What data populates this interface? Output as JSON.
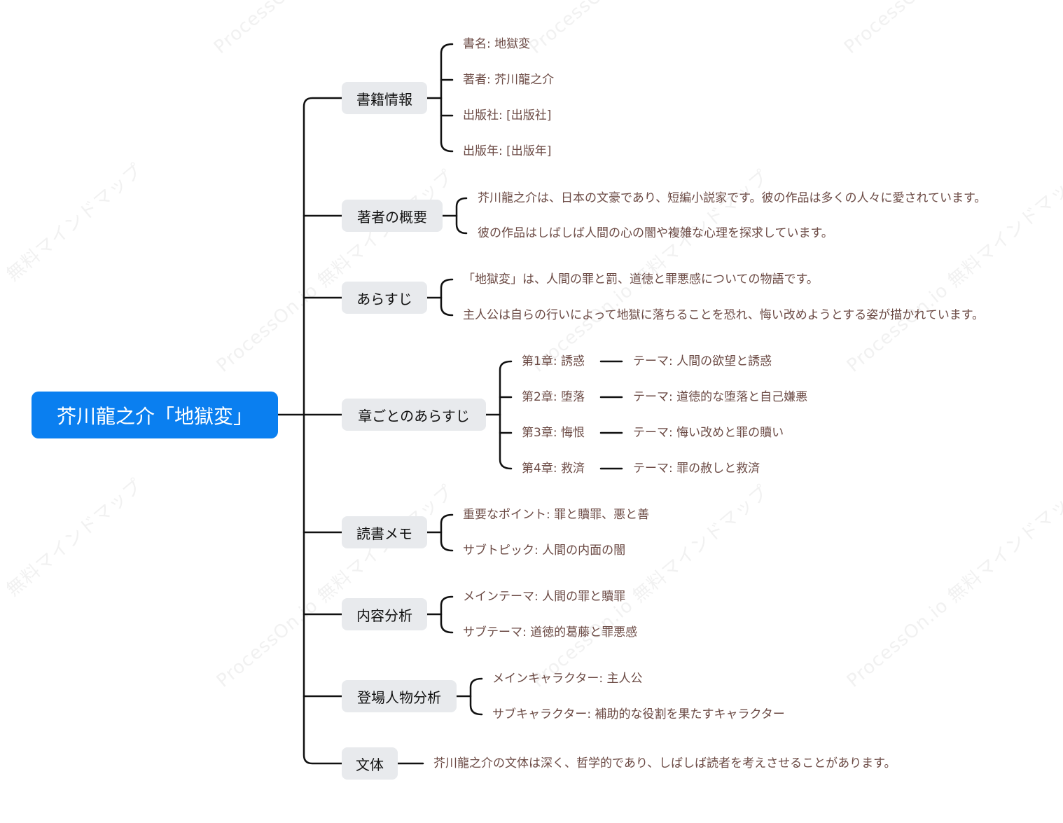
{
  "watermark": {
    "a": "ProcessOn.io 無料マインドマップ",
    "b": "ProcessOn.io",
    "c": "無料マインドマップ"
  },
  "root": {
    "label": "芥川龍之介「地獄変」"
  },
  "branches": [
    {
      "label": "書籍情報",
      "items": [
        "書名: 地獄変",
        "著者: 芥川龍之介",
        "出版社: [出版社]",
        "出版年: [出版年]"
      ]
    },
    {
      "label": "著者の概要",
      "items": [
        "芥川龍之介は、日本の文豪であり、短編小説家です。彼の作品は多くの人々に愛されています。",
        "彼の作品はしばしば人間の心の闇や複雑な心理を探求しています。"
      ]
    },
    {
      "label": "あらすじ",
      "items": [
        "「地獄変」は、人間の罪と罰、道徳と罪悪感についての物語です。",
        "主人公は自らの行いによって地獄に落ちることを恐れ、悔い改めようとする姿が描かれています。"
      ]
    },
    {
      "label": "章ごとのあらすじ",
      "items": [
        "第1章: 誘惑",
        "第2章: 堕落",
        "第3章: 悔恨",
        "第4章: 救済"
      ],
      "themes": [
        "テーマ: 人間の欲望と誘惑",
        "テーマ: 道徳的な堕落と自己嫌悪",
        "テーマ: 悔い改めと罪の贖い",
        "テーマ: 罪の赦しと救済"
      ]
    },
    {
      "label": "読書メモ",
      "items": [
        "重要なポイント: 罪と贖罪、悪と善",
        "サブトピック: 人間の内面の闇"
      ]
    },
    {
      "label": "内容分析",
      "items": [
        "メインテーマ: 人間の罪と贖罪",
        "サブテーマ: 道徳的葛藤と罪悪感"
      ]
    },
    {
      "label": "登場人物分析",
      "items": [
        "メインキャラクター: 主人公",
        "サブキャラクター: 補助的な役割を果たすキャラクター"
      ]
    },
    {
      "label": "文体",
      "items": [
        "芥川龍之介の文体は深く、哲学的であり、しばしば読者を考えさせることがあります。"
      ]
    }
  ]
}
